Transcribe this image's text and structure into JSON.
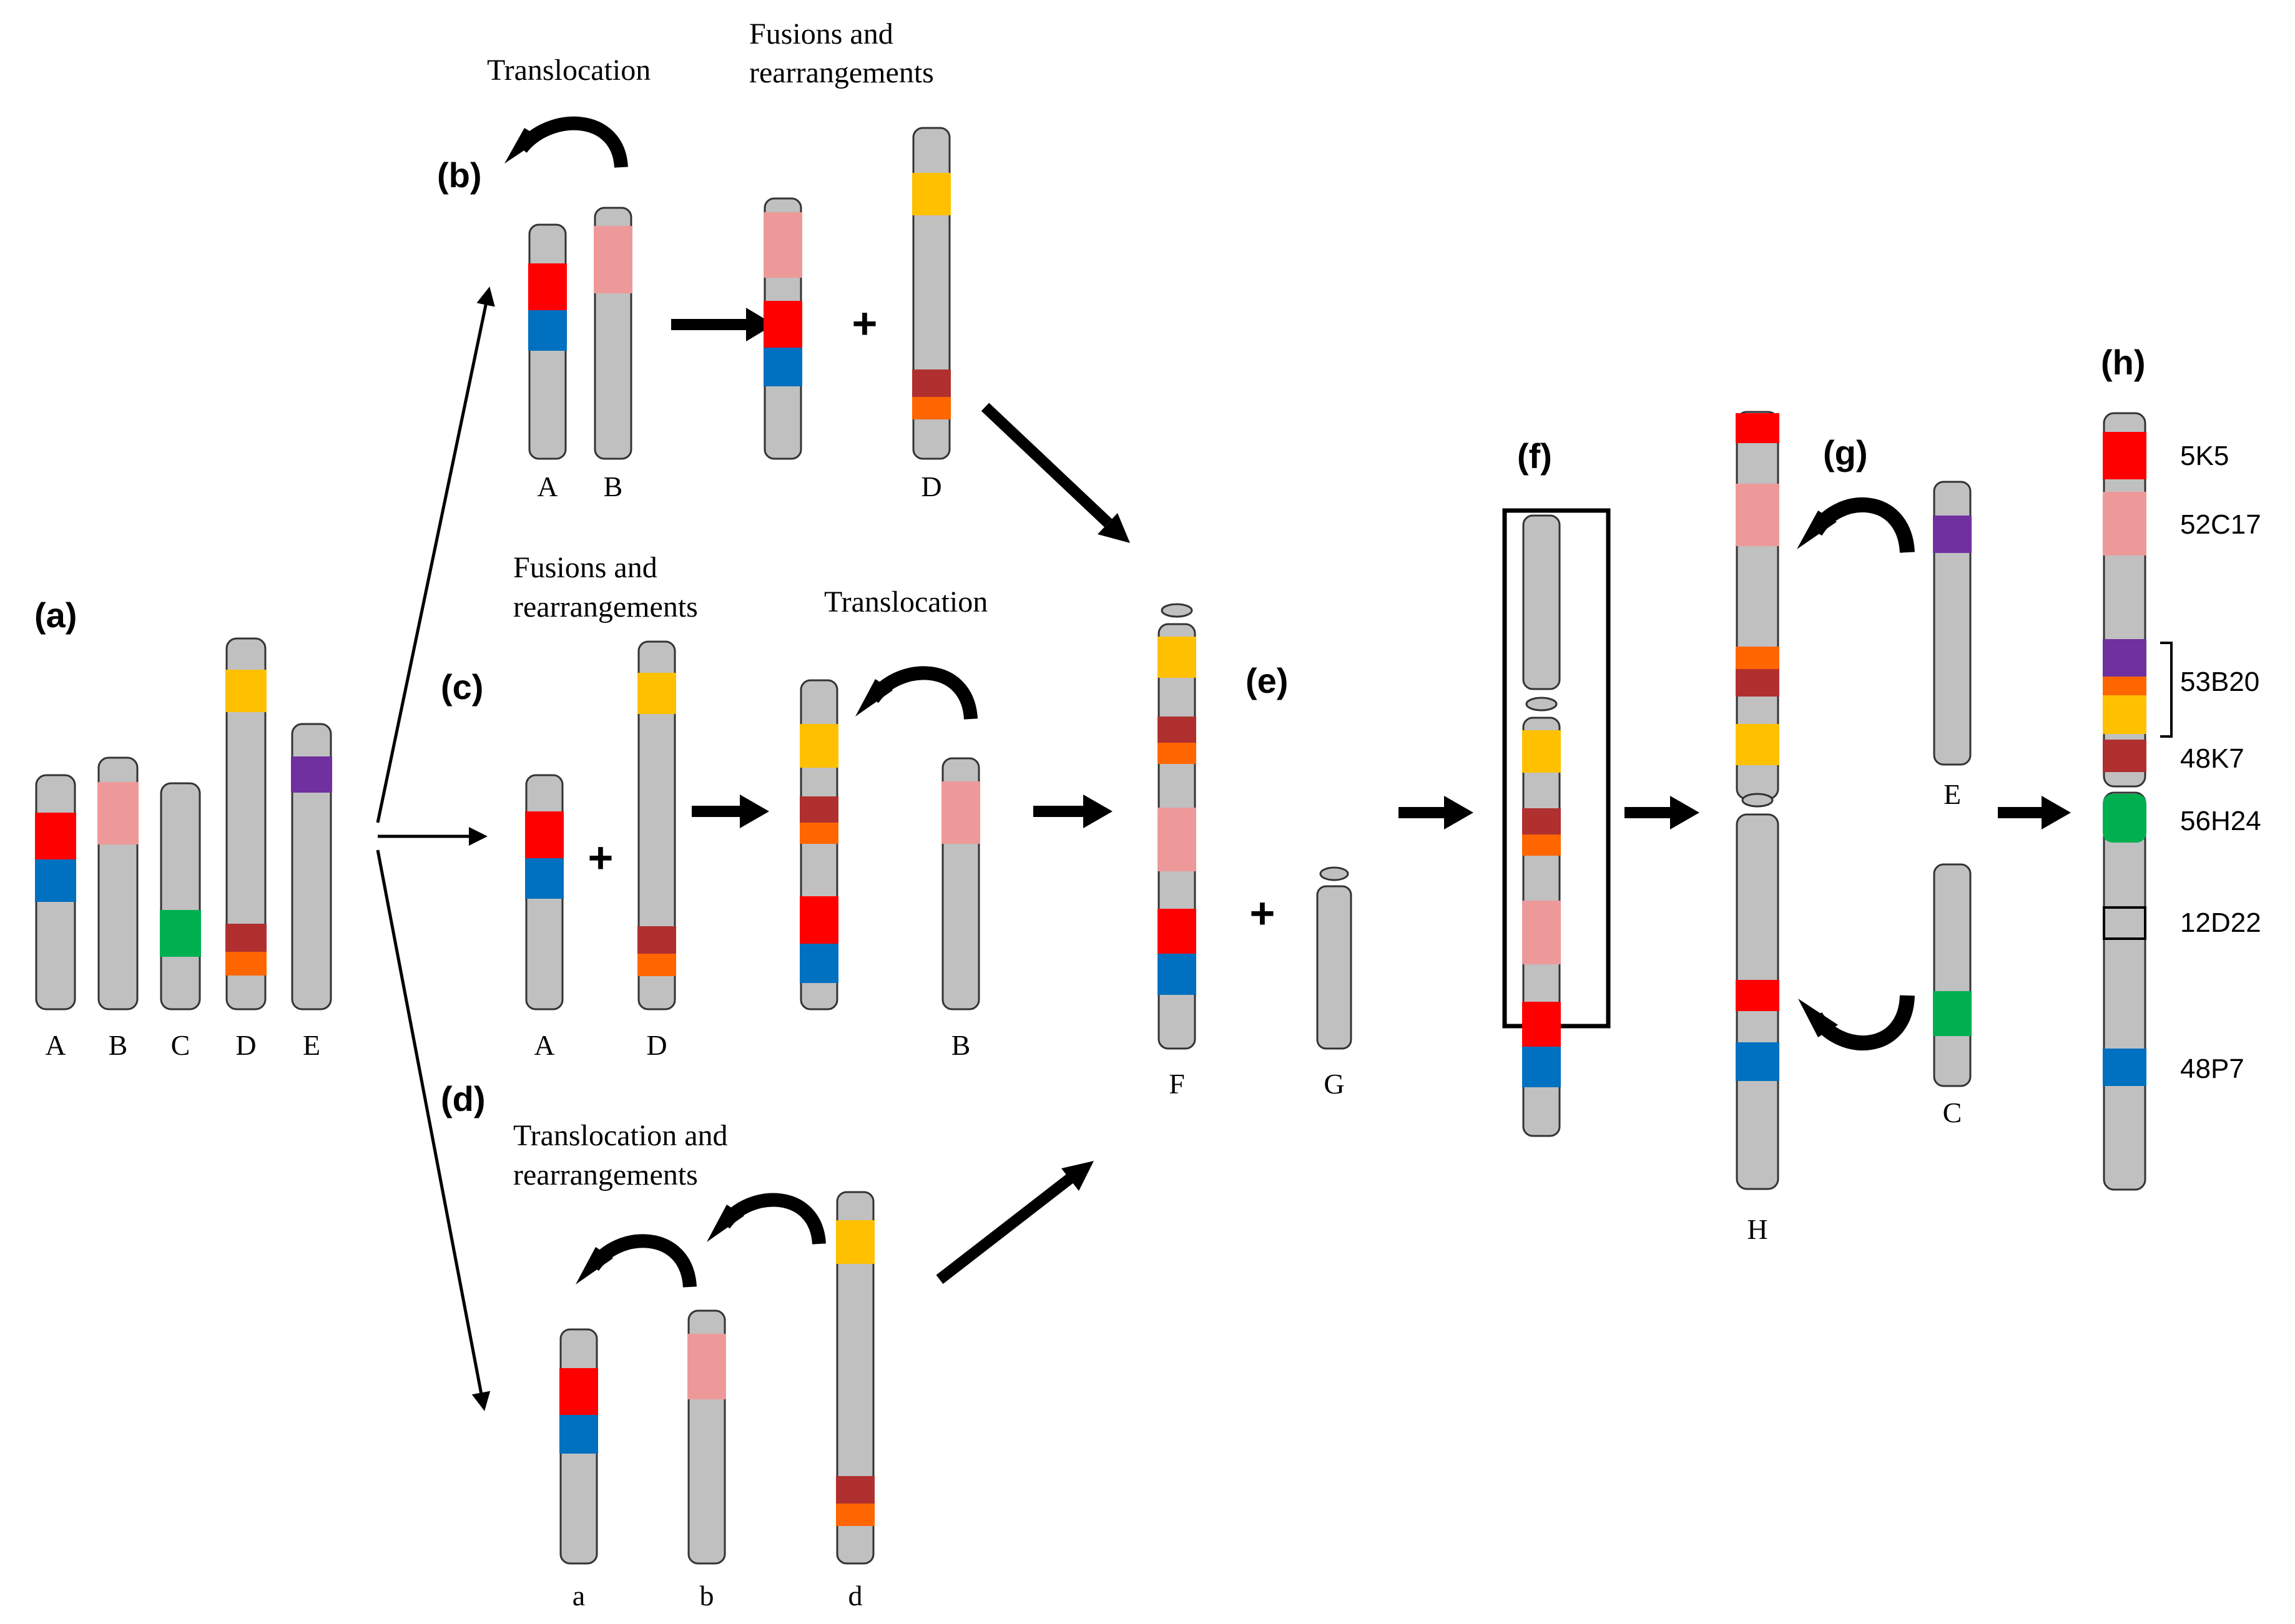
{
  "panels": [
    "(a)",
    "(b)",
    "(c)",
    "(d)",
    "(e)",
    "(f)",
    "(g)",
    "(h)"
  ],
  "captions": {
    "b_translocation": "Translocation",
    "b_fusions_line1": "Fusions and",
    "b_fusions_line2": "rearrangements",
    "c_fusions_line1": "Fusions and",
    "c_fusions_line2": "rearrangements",
    "c_translocation": "Translocation",
    "d_line1": "Translocation and",
    "d_line2": "rearrangements"
  },
  "chromosome_labels": {
    "a": [
      "A",
      "B",
      "C",
      "D",
      "E"
    ],
    "b": [
      "A",
      "B",
      "D"
    ],
    "c": [
      "A",
      "D",
      "B"
    ],
    "d": [
      "a",
      "b",
      "d"
    ],
    "e": [
      "F",
      "G"
    ],
    "g": [
      "H",
      "E",
      "C"
    ]
  },
  "plus_sign": "+",
  "markers": [
    "5K5",
    "52C17",
    "53B20",
    "48K7",
    "56H24",
    "12D22",
    "48P7"
  ],
  "colors": {
    "chromosome": "#c0c0c0",
    "red": "#ff0000",
    "pink": "#ee9999",
    "blue": "#0070c0",
    "green": "#00b050",
    "gold": "#ffc000",
    "darkred": "#b03030",
    "orange": "#ff6600",
    "purple": "#7030a0"
  }
}
